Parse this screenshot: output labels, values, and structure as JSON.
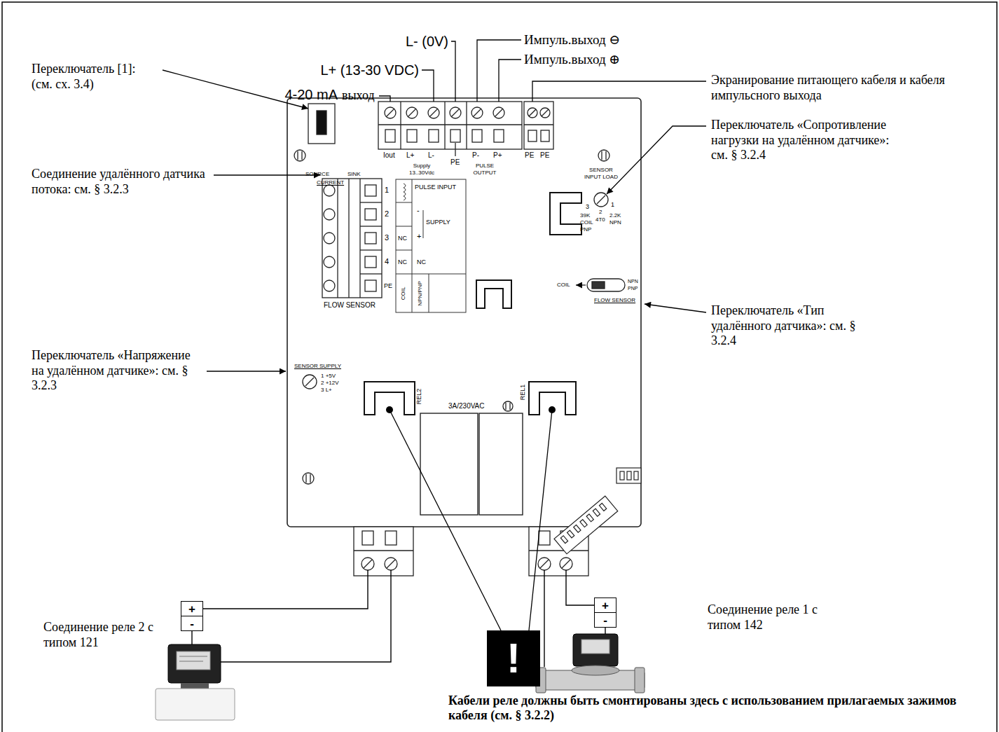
{
  "diagram": {
    "nodes": [
      {
        "text": [
          "+"
        ]
      },
      {
        "text": [
          "-"
        ]
      },
      {
        "text": [
          "+"
        ]
      },
      {
        "text": [
          "-"
        ]
      },
      {
        "text": [
          "!"
        ]
      }
    ],
    "labels": [
      "L- (0V)",
      "L+ (13-30 VDC)",
      "4-20 mA",
      "выход",
      "Импуль.выход ⊖",
      "Импуль.выход ⊕",
      "Экранирование питающего кабеля и кабеля импульсного выхода",
      "Переключатель [1]: (см. сх. 3.4)",
      "Переключатель «Сопротивление нагрузки на удалённом датчике»: см. § 3.2.4",
      "Соединение удалённого датчика потока: см. § 3.2.3",
      "Переключатель «Напряжение на удалённом датчике»: см. § 3.2.3",
      "Переключатель «Тип удалённого датчика»: см. § 3.2.4",
      "Соединение реле 2 с типом 121",
      "Соединение реле 1 с типом 142",
      "Кабели реле должны быть смонтированы здесь с использованием прилагаемых зажимов кабеля (см. § 3.2.2)",
      "SOURCE",
      "SINK",
      "CURRENT",
      "Iout",
      "L+",
      "L-",
      "PE",
      "P-",
      "P+",
      "PE",
      "PE",
      "Supply 13..30Vdc",
      "PULSE OUTPUT",
      "1",
      "2",
      "3",
      "4",
      "PE",
      "FLOW SENSOR",
      "PULSE INPUT",
      "SUPPLY",
      "-",
      "NC",
      "+",
      "NC",
      "NC",
      "COIL",
      "NPN/PNP",
      "SENSOR INPUT LOAD",
      "3",
      "1",
      "39K",
      "2",
      "2.2K",
      "COIL",
      "4T0",
      "PNP",
      "NPN",
      "COIL",
      "NPN",
      "PNP",
      "FLOW SENSOR",
      "SENSOR SUPPLY",
      "1 +5V",
      "2 +12V",
      "3 L+",
      "REL2",
      "REL1",
      "3A/230VAC"
    ]
  }
}
